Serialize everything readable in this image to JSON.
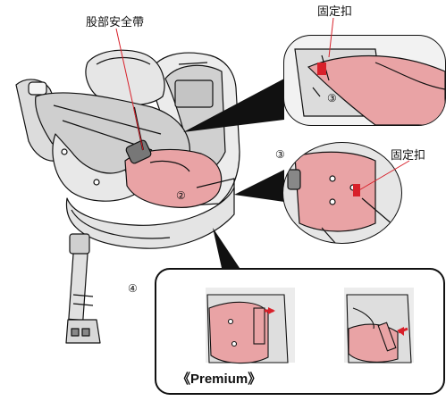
{
  "labels": {
    "harness_strap": "股部安全帶",
    "fixing_clip_top": "固定扣",
    "fixing_clip_mid": "固定扣",
    "premium": "《Premium》"
  },
  "callouts": {
    "step2": "②",
    "step3_top": "③",
    "step3_mid": "③",
    "step4": "④"
  },
  "colors": {
    "pink": "#e9a3a5",
    "pink_dark": "#d98a8e",
    "seat_grey": "#d8d8d8",
    "red_arrow": "#d8202a",
    "line": "#111111"
  }
}
